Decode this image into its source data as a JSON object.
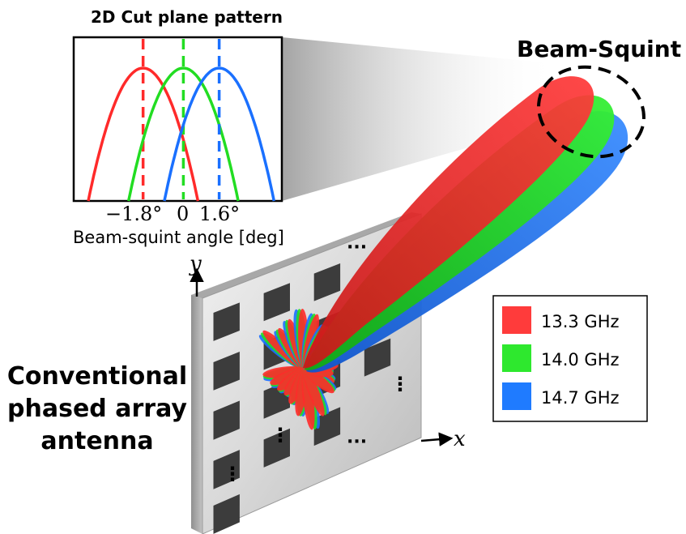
{
  "inset": {
    "title": "2D Cut plane pattern",
    "xlabel": "Beam-squint angle [deg]",
    "ticks": [
      "−1.8°",
      "0",
      "1.6°"
    ],
    "peaks_deg": [
      -1.8,
      0,
      1.6
    ]
  },
  "beam_squint_label": "Beam-Squint",
  "antenna_label": [
    "Conventional",
    "phased array",
    "antenna"
  ],
  "axes": {
    "y": "y",
    "x": "x"
  },
  "dots": "⋮",
  "hdots": "···",
  "legend": {
    "items": [
      {
        "label": "13.3 GHz",
        "color": "#ff3b3b"
      },
      {
        "label": "14.0 GHz",
        "color": "#2ee82e"
      },
      {
        "label": "14.7 GHz",
        "color": "#1f7bff"
      }
    ]
  },
  "colors": {
    "red": "#ff2a2a",
    "green": "#22dd22",
    "blue": "#1a70ff",
    "panel": "#d9d9d9",
    "element": "#3c3c3c"
  }
}
